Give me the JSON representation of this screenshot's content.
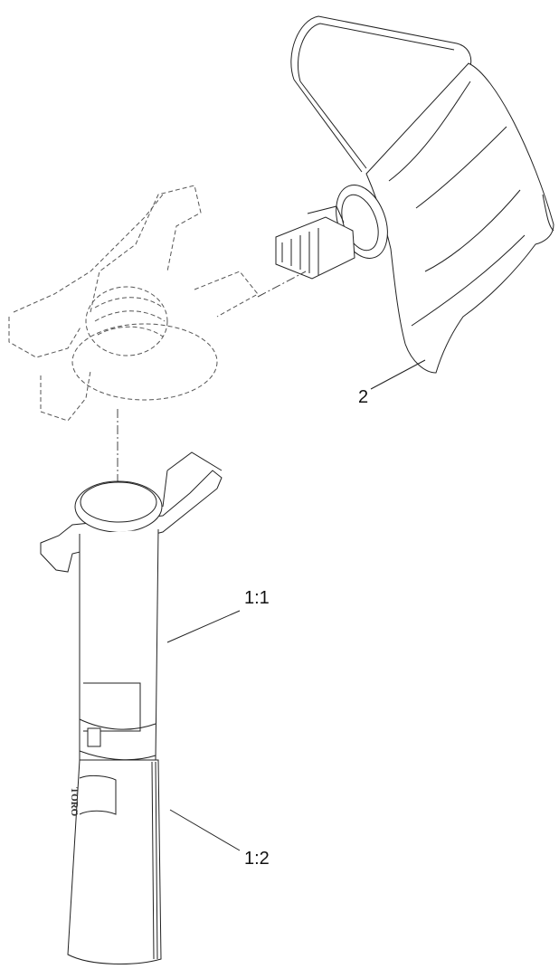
{
  "callouts": {
    "bag": "2",
    "upper_tube": "1:1",
    "lower_tube": "1:2"
  },
  "logo_text": "TORO",
  "colors": {
    "line": "#222222",
    "background": "#ffffff"
  }
}
